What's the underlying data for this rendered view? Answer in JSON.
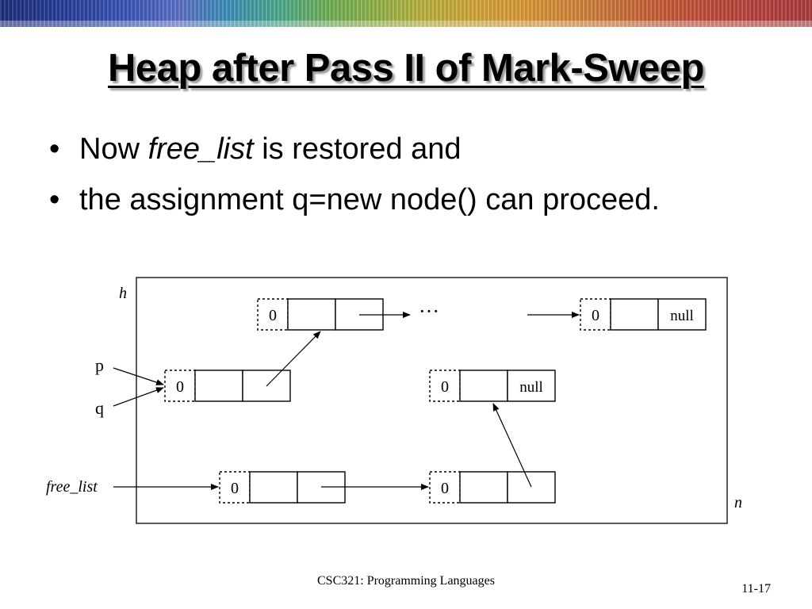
{
  "slide": {
    "title": "Heap after Pass II of Mark-Sweep",
    "bullets": [
      {
        "prefix": "Now ",
        "emphasis": "free_list",
        "suffix": " is restored and"
      },
      {
        "text": "the assignment q=new node() can proceed."
      }
    ],
    "footer": "CSC321: Programming Languages",
    "page_number": "11-17"
  },
  "diagram": {
    "labels": {
      "heap_start": "h",
      "heap_end": "n",
      "pointer_p": "p",
      "pointer_q": "q",
      "free_list": "free_list",
      "ellipsis": "···"
    },
    "nodes": {
      "top_left": {
        "mark": "0",
        "left": "",
        "right": ""
      },
      "top_right": {
        "mark": "0",
        "left": "",
        "right": "null"
      },
      "middle_left": {
        "mark": "0",
        "left": "",
        "right": ""
      },
      "middle_right": {
        "mark": "0",
        "left": "",
        "right": "null"
      },
      "bottom_left": {
        "mark": "0",
        "left": "",
        "right": ""
      },
      "bottom_right": {
        "mark": "0",
        "left": "",
        "right": ""
      }
    }
  }
}
